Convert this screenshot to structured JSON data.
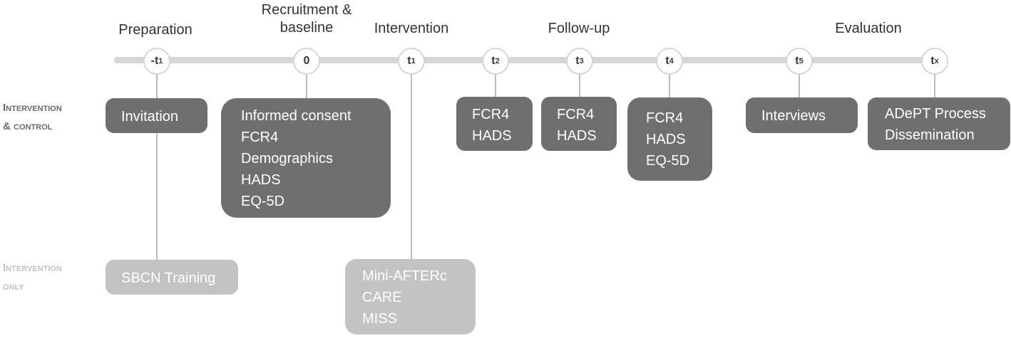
{
  "phases": {
    "preparation": "Preparation",
    "recruitment_line1": "Recruitment &",
    "recruitment_line2": "baseline",
    "intervention": "Intervention",
    "follow_up": "Follow-up",
    "evaluation": "Evaluation"
  },
  "nodes": {
    "t_minus_1": {
      "prefix": "-t",
      "sub": "1"
    },
    "t0": {
      "prefix": "0",
      "sub": ""
    },
    "t1": {
      "prefix": "t",
      "sub": "1"
    },
    "t2": {
      "prefix": "t",
      "sub": "2"
    },
    "t3": {
      "prefix": "t",
      "sub": "3"
    },
    "t4": {
      "prefix": "t",
      "sub": "4"
    },
    "t5": {
      "prefix": "t",
      "sub": "5"
    },
    "tx": {
      "prefix": "t",
      "sub": "x"
    }
  },
  "row_labels": {
    "intervention_control": [
      "Intervention",
      "& control"
    ],
    "intervention_only": [
      "Intervention",
      "only"
    ]
  },
  "boxes": {
    "invitation": [
      "Invitation"
    ],
    "baseline": [
      "Informed consent",
      "FCR4",
      "Demographics",
      "HADS",
      "EQ-5D"
    ],
    "t2": [
      "FCR4",
      "HADS"
    ],
    "t3": [
      "FCR4",
      "HADS"
    ],
    "t4": [
      "FCR4",
      "HADS",
      "EQ-5D"
    ],
    "t5": [
      "Interviews"
    ],
    "tx": [
      "ADePT Process",
      "Dissemination"
    ],
    "training": [
      "SBCN Training"
    ],
    "intervention": [
      "Mini-AFTERc",
      "CARE",
      "MISS"
    ]
  },
  "colors": {
    "dark_box": "#6f6f6f",
    "light_box": "#c3c3c3",
    "timeline": "#d6d6d6",
    "connector": "#bdbdbd"
  }
}
